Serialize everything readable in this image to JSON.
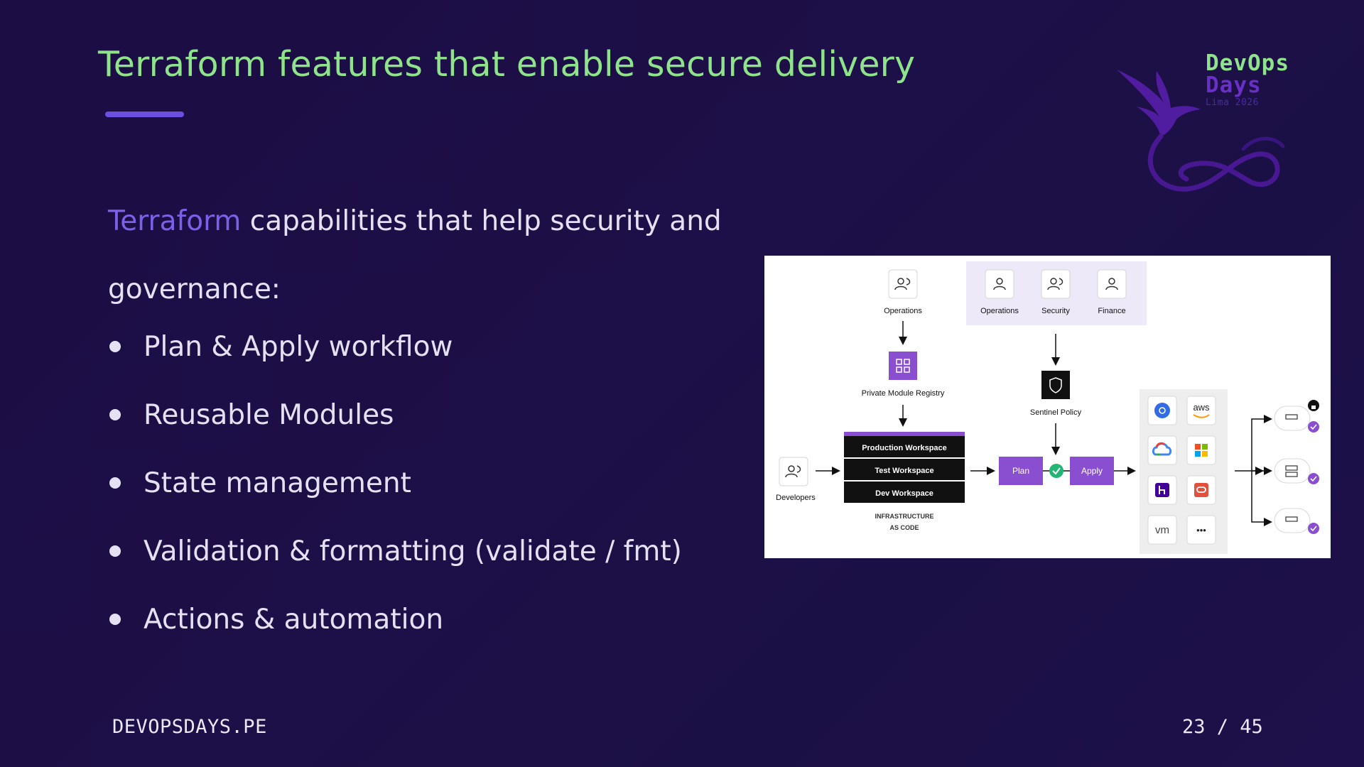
{
  "slide": {
    "title": "Terraform features that enable secure delivery",
    "intro_accent": "Terraform",
    "intro_rest": " capabilities that help security and governance:",
    "bullets": [
      "Plan & Apply workflow",
      "Reusable Modules",
      "State management",
      "Validation & formatting (validate / fmt)",
      "Actions & automation"
    ]
  },
  "logo": {
    "line1": "DevOps",
    "line2": "Days",
    "line3": "Lima 2026"
  },
  "diagram": {
    "operations_left": "Operations",
    "private_module_registry": "Private Module Registry",
    "team_operations": "Operations",
    "team_security": "Security",
    "team_finance": "Finance",
    "sentinel_policy": "Sentinel Policy",
    "developers": "Developers",
    "workspace_production": "Production Workspace",
    "workspace_test": "Test Workspace",
    "workspace_dev": "Dev Workspace",
    "iac_line1": "INFRASTRUCTURE",
    "iac_line2": "AS CODE",
    "plan": "Plan",
    "apply": "Apply",
    "provider_aws": "aws",
    "provider_vm": "vm",
    "provider_more": "•••"
  },
  "footer": {
    "site": "DEVOPSDAYS.PE",
    "page": "23 / 45"
  },
  "colors": {
    "background": "#1c0e44",
    "title": "#8fe38a",
    "accent": "#7a61e8",
    "text": "#e6e1f2",
    "purple": "#8c4fd1"
  }
}
